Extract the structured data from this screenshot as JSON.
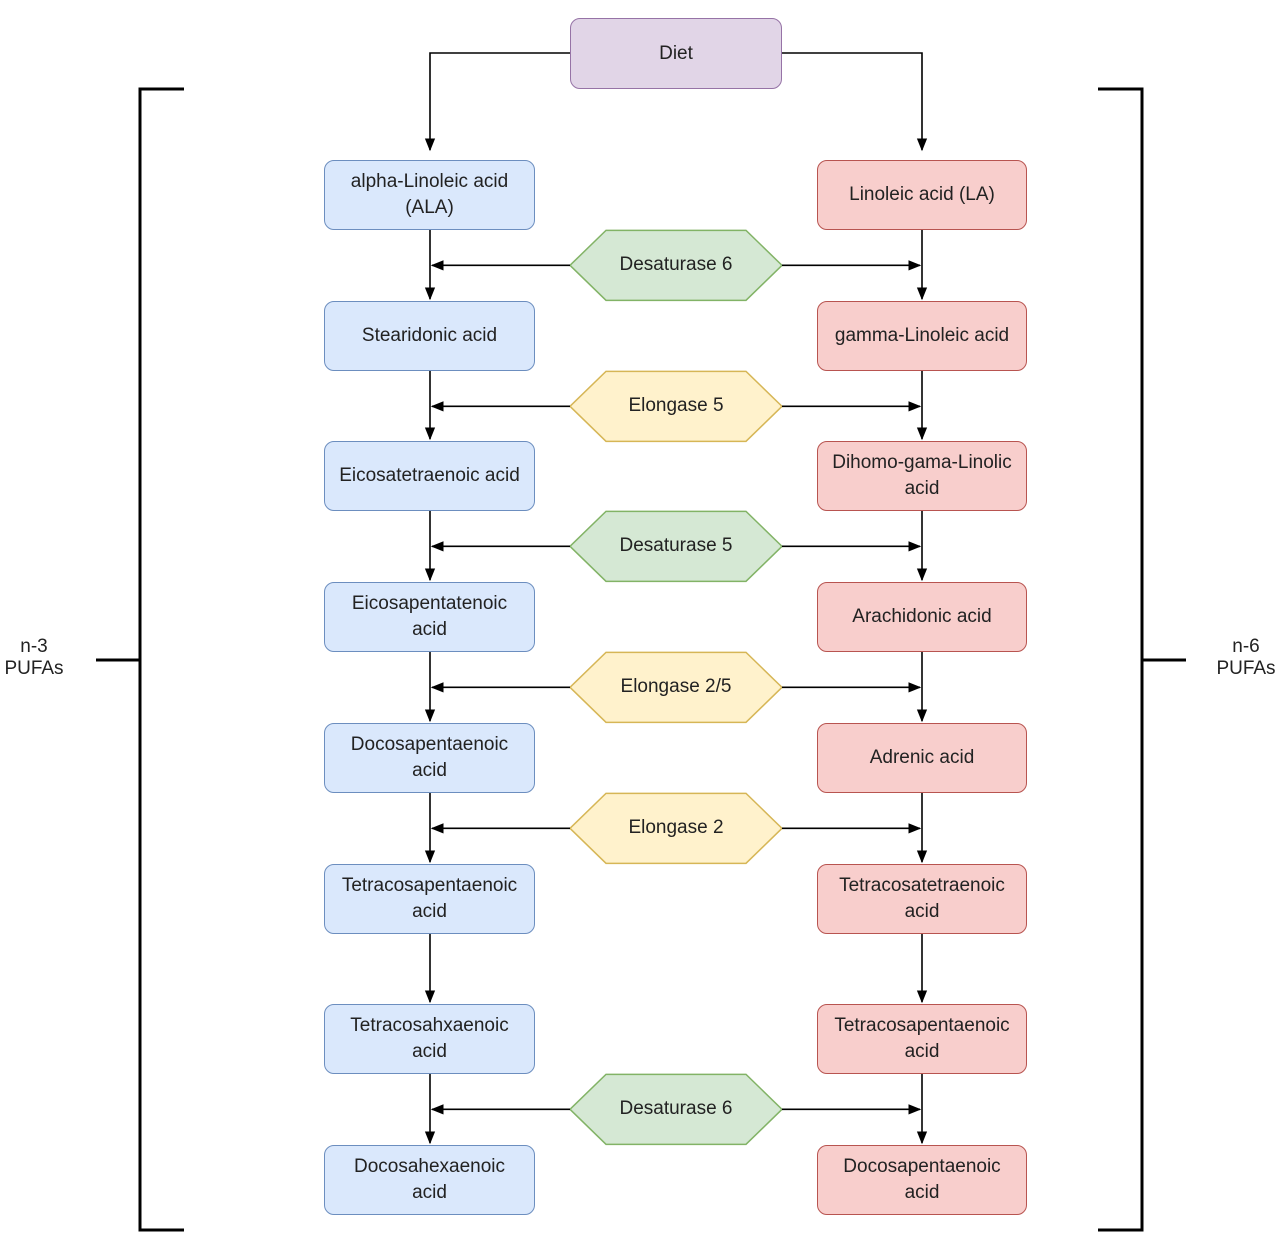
{
  "diet": "Diet",
  "n3_label": [
    "n-3",
    "PUFAs"
  ],
  "n6_label": [
    "n-6",
    "PUFAs"
  ],
  "n3_nodes": [
    [
      "alpha-Linoleic acid",
      "(ALA)"
    ],
    [
      "Stearidonic acid"
    ],
    [
      "Eicosatetraenoic acid"
    ],
    [
      "Eicosapentatenoic",
      "acid"
    ],
    [
      "Docosapentaenoic",
      "acid"
    ],
    [
      "Tetracosapentaenoic",
      "acid"
    ],
    [
      "Tetracosahxaenoic",
      "acid"
    ],
    [
      "Docosahexaenoic",
      "acid"
    ]
  ],
  "n6_nodes": [
    [
      "Linoleic acid (LA)"
    ],
    [
      "gamma-Linoleic acid"
    ],
    [
      "Dihomo-gama-Linolic",
      "acid"
    ],
    [
      "Arachidonic acid"
    ],
    [
      "Adrenic acid"
    ],
    [
      "Tetracosatetraenoic",
      "acid"
    ],
    [
      "Tetracosapentaenoic",
      "acid"
    ],
    [
      "Docosapentaenoic",
      "acid"
    ]
  ],
  "enzymes": [
    {
      "label": "Desaturase 6",
      "kind": "desaturase",
      "step": 0
    },
    {
      "label": "Elongase 5",
      "kind": "elongase",
      "step": 1
    },
    {
      "label": "Desaturase 5",
      "kind": "desaturase",
      "step": 2
    },
    {
      "label": "Elongase 2/5",
      "kind": "elongase",
      "step": 3
    },
    {
      "label": "Elongase 2",
      "kind": "elongase",
      "step": 4
    },
    {
      "label": "Desaturase 6",
      "kind": "desaturase",
      "step": 6
    }
  ],
  "colors": {
    "desaturase_fill": "#d5e8d4",
    "desaturase_stroke": "#82b366",
    "elongase_fill": "#fff2cc",
    "elongase_stroke": "#d6b656",
    "line": "#000000"
  }
}
